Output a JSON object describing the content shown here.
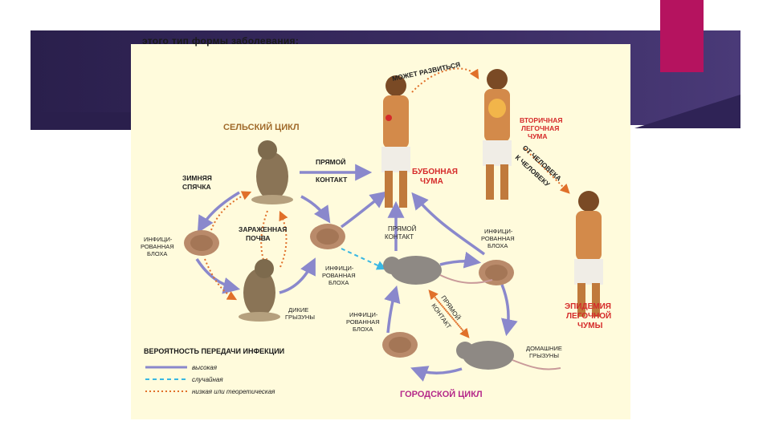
{
  "caption": "этого тип формы заболевания:",
  "colors": {
    "accent": "#b5135f",
    "band": "#2a1f4c",
    "high": "#8a88cc",
    "random": "#39b7e3",
    "low": "#e0702a"
  },
  "diagram": {
    "rural_cycle": "СЕЛЬСКИЙ ЦИКЛ",
    "urban_cycle": "ГОРОДСКОЙ ЦИКЛ",
    "direct_contact_top_1": "ПРЯМОЙ",
    "direct_contact_top_2": "КОНТАКТ",
    "winter_1": "ЗИМНЯЯ",
    "winter_2": "СПЯЧКА",
    "soil_1": "ЗАРАЖЕННАЯ",
    "soil_2": "ПОЧВА",
    "flea_left_1": "ИНФИЦИ-",
    "flea_left_2": "РОВАННАЯ",
    "flea_left_3": "БЛОХА",
    "flea_mid_1": "ИНФИЦИ-",
    "flea_mid_2": "РОВАННАЯ",
    "flea_mid_3": "БЛОХА",
    "flea_right_1": "ИНФИЦИ-",
    "flea_right_2": "РОВАННАЯ",
    "flea_right_3": "БЛОХА",
    "flea_bottom_1": "ИНФИЦИ-",
    "flea_bottom_2": "РОВАННАЯ",
    "flea_bottom_3": "БЛОХА",
    "wild_1": "ДИКИЕ",
    "wild_2": "ГРЫЗУНЫ",
    "domestic_1": "ДОМАШНИЕ",
    "domestic_2": "ГРЫЗУНЫ",
    "direct_contact_mid_1": "ПРЯМОЙ",
    "direct_contact_mid_2": "КОНТАКТ",
    "direct_contact_diag_1": "ПРЯМОЙ",
    "direct_contact_diag_2": "КОНТАКТ",
    "may_develop": "МОЖЕТ РАЗВИТЬСЯ",
    "bubonic_1": "БУБОННАЯ",
    "bubonic_2": "ЧУМА",
    "secondary_1": "ВТОРИЧНАЯ",
    "secondary_2": "ЛЕГОЧНАЯ",
    "secondary_3": "ЧУМА",
    "person_to_person_1": "ОТ ЧЕЛОВЕКА",
    "person_to_person_2": "К ЧЕЛОВЕКУ",
    "epidemic_1": "ЭПИДЕМИЯ",
    "epidemic_2": "ЛЕГОЧНОЙ",
    "epidemic_3": "ЧУМЫ",
    "legend_title": "ВЕРОЯТНОСТЬ ПЕРЕДАЧИ ИНФЕКЦИИ",
    "legend_high": "высокая",
    "legend_random": "случайная",
    "legend_low": "низкая или теоретическая"
  }
}
